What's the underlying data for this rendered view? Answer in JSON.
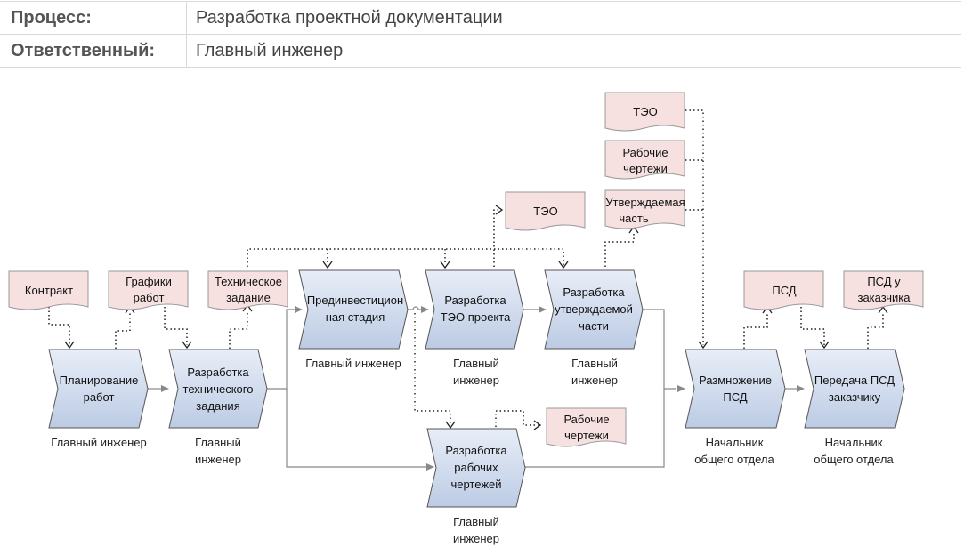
{
  "header": {
    "process_label": "Процесс:",
    "process_value": "Разработка проектной документации",
    "owner_label": "Ответственный:",
    "owner_value": "Главный инженер"
  },
  "functions": {
    "planning": [
      "Планирование",
      "работ"
    ],
    "tech_task": [
      "Разработка",
      "технического",
      "задания"
    ],
    "preinvest": [
      "Прединвестицион",
      "ная стадия"
    ],
    "teo_dev": [
      "Разработка",
      "ТЭО проекта"
    ],
    "approved_dev": [
      "Разработка",
      "утверждаемой",
      "части"
    ],
    "working_dev": [
      "Разработка",
      "рабочих",
      "чертежей"
    ],
    "copy_psd": [
      "Размножение",
      "ПСД"
    ],
    "handover": [
      "Передача ПСД",
      "заказчику"
    ]
  },
  "roles": {
    "planning": [
      "Главный инженер"
    ],
    "tech_task": [
      "Главный",
      "инженер"
    ],
    "preinvest": [
      "Главный инженер"
    ],
    "teo_dev": [
      "Главный",
      "инженер"
    ],
    "approved_dev": [
      "Главный",
      "инженер"
    ],
    "working_dev": [
      "Главный",
      "инженер"
    ],
    "copy_psd": [
      "Начальник",
      "общего отдела"
    ],
    "handover": [
      "Начальник",
      "общего отдела"
    ]
  },
  "documents": {
    "contract": [
      "Контракт"
    ],
    "schedules": [
      "Графики",
      "работ"
    ],
    "tech_task": [
      "Техническое",
      "задание"
    ],
    "teo_mid": [
      "ТЭО"
    ],
    "teo_top": [
      "ТЭО"
    ],
    "drawings_top": [
      "Рабочие",
      "чертежи"
    ],
    "approved_part": [
      "Утверждаемая",
      "часть"
    ],
    "drawings_bottom": [
      "Рабочие",
      "чертежи"
    ],
    "psd": [
      "ПСД"
    ],
    "psd_customer": [
      "ПСД у",
      "заказчика"
    ]
  },
  "colors": {
    "function_fill_top": "#e8eef8",
    "function_fill_bottom": "#bccbe4",
    "document_fill": "#f6e0e0"
  }
}
